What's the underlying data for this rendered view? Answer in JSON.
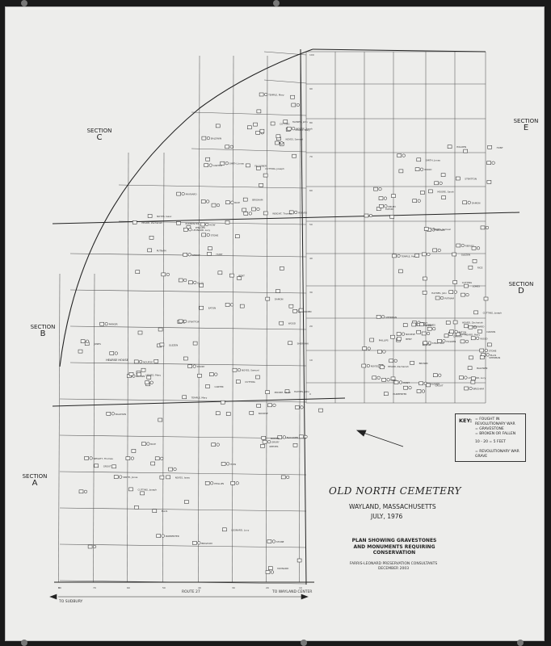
{
  "map": {
    "title": "OLD NORTH CEMETERY",
    "location": "WAYLAND, MASSACHUSETTS",
    "date": "JULY, 1976",
    "plan_lines": [
      "PLAN SHOWING GRAVESTONES",
      "AND MONUMENTS REQUIRING",
      "CONSERVATION"
    ],
    "firm_lines": [
      "FARRIS-LEONARD PRESERVATION CONSULTANTS",
      "DECEMBER 2003"
    ],
    "sections": [
      {
        "word": "SECTION",
        "letter": "C"
      },
      {
        "word": "SECTION",
        "letter": "E"
      },
      {
        "word": "SECTION",
        "letter": "B"
      },
      {
        "word": "SECTION",
        "letter": "D"
      },
      {
        "word": "SECTION",
        "letter": "A"
      }
    ],
    "road": {
      "to_sudbury": "TO SUDBURY",
      "route": "ROUTE 27",
      "to_wayland": "TO WAYLAND CENTER"
    },
    "hearse_house": "HEARSE HOUSE",
    "key": {
      "title": "KEY:",
      "items": [
        "= FOUGHT IN REVOLUTIONARY WAR",
        "= GRAVESTONE",
        "= BROKEN OR FALLEN",
        "10 - 20 = 5 FEET",
        "= REVOLUTIONARY WAR GRAVE"
      ]
    },
    "grave_labels": [
      "NOYES, Samuel",
      "HEARD, Mary",
      "TEMPLE, Mary",
      "HAYNES, John",
      "CUTTING",
      "MOORE, Sarah",
      "CARTER",
      "RICE",
      "REEVES",
      "SMITH, Jonas",
      "CUTTING, Joseph",
      "BALDWIN",
      "WEIGHT, Thomas",
      "FAULKNER",
      "BRIGHAM",
      "NOYES, Isaac",
      "PARMENTER",
      "PHILLIPS",
      "STONE",
      "GROUT",
      "ELLIS",
      "MAYNARD",
      "HOW",
      "LEONARD, Lucy",
      "HEARD, Zachariah",
      "PUTNAM",
      "BENT",
      "HUNT",
      "DAMON",
      "SHERMAN",
      "STRATTON",
      "HOLDEN",
      "EATON",
      "WOOD",
      "BROWN",
      "JONES",
      "NOURSE",
      "PARKER",
      "DRURY",
      "GLEZEN"
    ]
  }
}
